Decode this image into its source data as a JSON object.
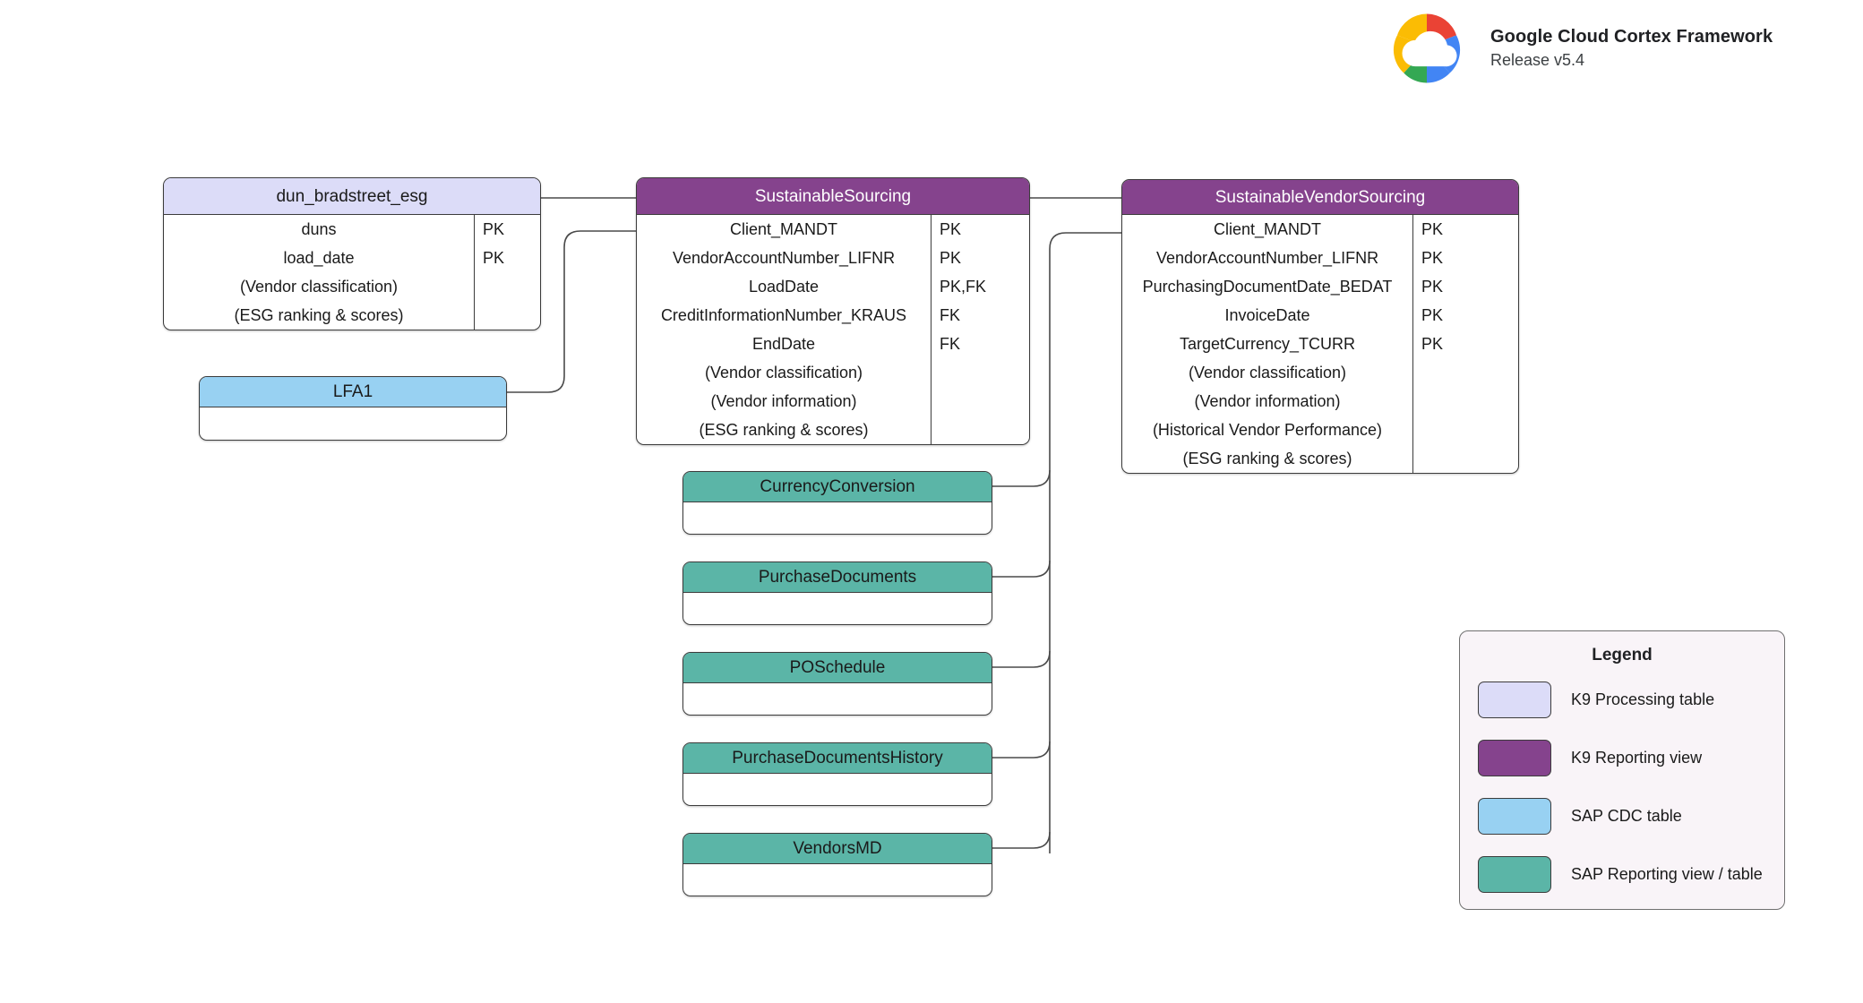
{
  "brand": {
    "title": "Google Cloud Cortex Framework",
    "release": "Release v5.4",
    "logo_icon": "google-cloud-logo",
    "colors": {
      "red": "#EA4335",
      "blue": "#4285F4",
      "yellow": "#FBBC04",
      "green": "#34A853",
      "k9_table": "#dcdcf8",
      "k9_view": "#85438d",
      "sap_cdc": "#98d1f2",
      "sap_view": "#5bb5a7"
    }
  },
  "entities": [
    {
      "id": "dun_bradstreet_esg",
      "title": "dun_bradstreet_esg",
      "type": "k9-table",
      "fields": [
        {
          "name": "duns",
          "key": "PK"
        },
        {
          "name": "load_date",
          "key": "PK"
        },
        {
          "name": "(Vendor classification)",
          "key": ""
        },
        {
          "name": "(ESG ranking & scores)",
          "key": ""
        }
      ]
    },
    {
      "id": "LFA1",
      "title": "LFA1",
      "type": "sap-cdc",
      "fields": []
    },
    {
      "id": "SustainableSourcing",
      "title": "SustainableSourcing",
      "type": "k9-view",
      "fields": [
        {
          "name": "Client_MANDT",
          "key": "PK"
        },
        {
          "name": "VendorAccountNumber_LIFNR",
          "key": "PK"
        },
        {
          "name": "LoadDate",
          "key": "PK,FK"
        },
        {
          "name": "CreditInformationNumber_KRAUS",
          "key": "FK"
        },
        {
          "name": "EndDate",
          "key": "FK"
        },
        {
          "name": "(Vendor classification)",
          "key": ""
        },
        {
          "name": "(Vendor information)",
          "key": ""
        },
        {
          "name": "(ESG ranking & scores)",
          "key": ""
        }
      ]
    },
    {
      "id": "SustainableVendorSourcing",
      "title": "SustainableVendorSourcing",
      "type": "k9-view",
      "fields": [
        {
          "name": "Client_MANDT",
          "key": "PK"
        },
        {
          "name": "VendorAccountNumber_LIFNR",
          "key": "PK"
        },
        {
          "name": "PurchasingDocumentDate_BEDAT",
          "key": "PK"
        },
        {
          "name": "InvoiceDate",
          "key": "PK"
        },
        {
          "name": "TargetCurrency_TCURR",
          "key": "PK"
        },
        {
          "name": "(Vendor classification)",
          "key": ""
        },
        {
          "name": "(Vendor information)",
          "key": ""
        },
        {
          "name": "(Historical Vendor Performance)",
          "key": ""
        },
        {
          "name": "(ESG ranking & scores)",
          "key": ""
        }
      ]
    },
    {
      "id": "CurrencyConversion",
      "title": "CurrencyConversion",
      "type": "sap-view",
      "fields": []
    },
    {
      "id": "PurchaseDocuments",
      "title": "PurchaseDocuments",
      "type": "sap-view",
      "fields": []
    },
    {
      "id": "POSchedule",
      "title": "POSchedule",
      "type": "sap-view",
      "fields": []
    },
    {
      "id": "PurchaseDocumentsHistory",
      "title": "PurchaseDocumentsHistory",
      "type": "sap-view",
      "fields": []
    },
    {
      "id": "VendorsMD",
      "title": "VendorsMD",
      "type": "sap-view",
      "fields": []
    }
  ],
  "relationships": [
    {
      "from": "dun_bradstreet_esg",
      "to": "SustainableSourcing"
    },
    {
      "from": "LFA1",
      "to": "SustainableSourcing"
    },
    {
      "from": "SustainableSourcing",
      "to": "SustainableVendorSourcing"
    },
    {
      "from": "CurrencyConversion",
      "to": "SustainableVendorSourcing"
    },
    {
      "from": "PurchaseDocuments",
      "to": "SustainableVendorSourcing"
    },
    {
      "from": "POSchedule",
      "to": "SustainableVendorSourcing"
    },
    {
      "from": "PurchaseDocumentsHistory",
      "to": "SustainableVendorSourcing"
    },
    {
      "from": "VendorsMD",
      "to": "SustainableVendorSourcing"
    }
  ],
  "legend": {
    "title": "Legend",
    "items": [
      {
        "label": "K9 Processing table",
        "color": "#dcdcf8"
      },
      {
        "label": "K9 Reporting view",
        "color": "#85438d"
      },
      {
        "label": "SAP CDC table",
        "color": "#98d1f2"
      },
      {
        "label": "SAP Reporting view / table",
        "color": "#5bb5a7"
      }
    ]
  }
}
